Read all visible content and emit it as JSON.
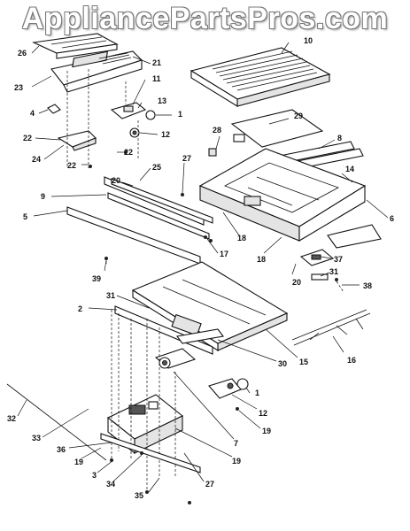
{
  "watermark": "AppliancePartsPros.com",
  "callouts": {
    "c26": "26",
    "c10": "10",
    "c23": "23",
    "c21": "21",
    "c11": "11",
    "c13": "13",
    "c4": "4",
    "c1a": "1",
    "c12a": "12",
    "c22a": "22",
    "c22b": "22",
    "c24": "24",
    "c22c": "22",
    "c29": "29",
    "c28": "28",
    "c8": "8",
    "c25": "25",
    "c27a": "27",
    "c20a": "20",
    "c9": "9",
    "c14": "14",
    "c5": "5",
    "c6": "6",
    "c18a": "18",
    "c17": "17",
    "c37": "37",
    "c18b": "18",
    "c20b": "20",
    "c31a": "31",
    "c39": "39",
    "c38": "38",
    "c31b": "31",
    "c2": "2",
    "c16": "16",
    "c15": "15",
    "c30": "30",
    "c1b": "1",
    "c12b": "12",
    "c19a": "19",
    "c7": "7",
    "c32": "32",
    "c33": "33",
    "c36": "36",
    "c19b": "19",
    "c3": "3",
    "c34": "34",
    "c27b": "27",
    "c35": "35",
    "c19c": "19"
  }
}
